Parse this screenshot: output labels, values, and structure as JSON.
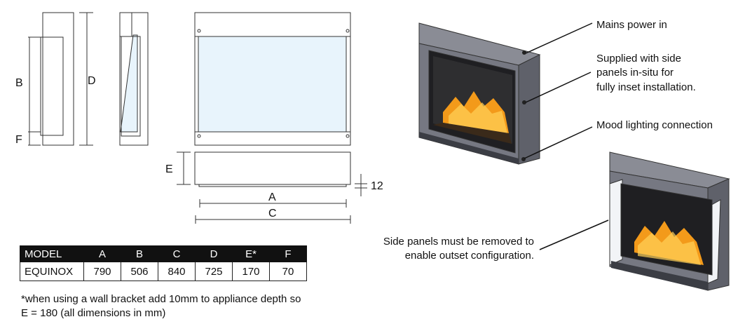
{
  "dimension_labels": {
    "a": "A",
    "b": "B",
    "c": "C",
    "d": "D",
    "e": "E",
    "f": "F",
    "twelve": "12"
  },
  "callouts": {
    "mains_power": "Mains power in",
    "side_panels_1": "Supplied with side",
    "side_panels_2": "panels in-situ for",
    "side_panels_3": "fully inset installation.",
    "mood_lighting": "Mood lighting connection",
    "removed_1": "Side panels must be removed to",
    "removed_2": "enable outset configuration."
  },
  "table": {
    "headers": [
      "MODEL",
      "A",
      "B",
      "C",
      "D",
      "E*",
      "F"
    ],
    "row": [
      "EQUINOX",
      "790",
      "506",
      "840",
      "725",
      "170",
      "70"
    ]
  },
  "footnote": {
    "line1": "*when using a wall bracket add 10mm to appliance depth so",
    "line2": "E = 180 (all dimensions in mm)"
  },
  "colors": {
    "glass": "#e8f4fc",
    "body": "#7a7c86",
    "body_dark": "#4e5058",
    "flame": "#f39a1a"
  }
}
